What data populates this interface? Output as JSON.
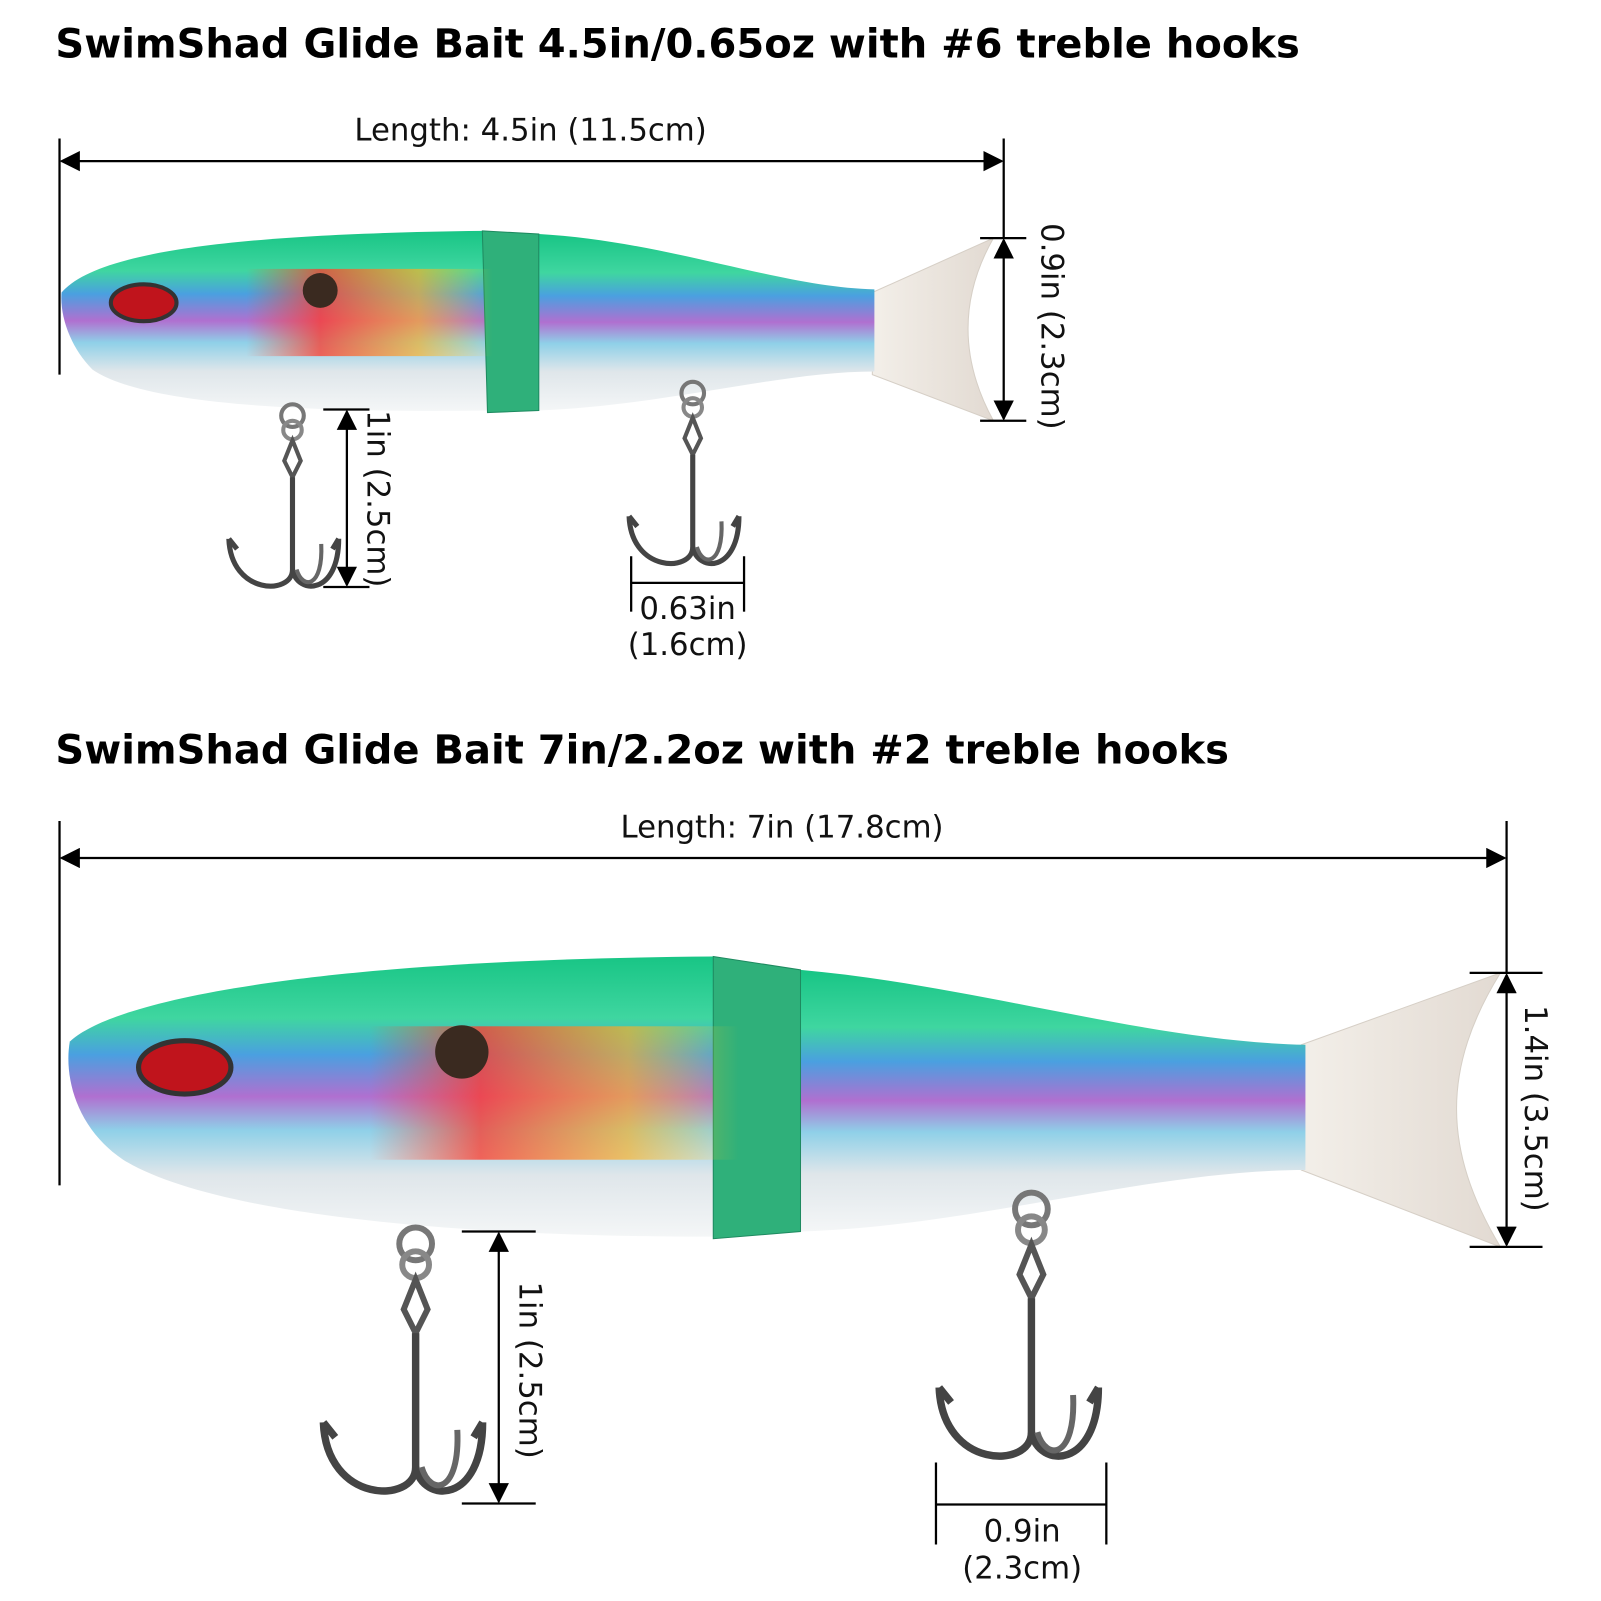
{
  "small_lure": {
    "title": "SwimShad Glide Bait 4.5in/0.65oz with #6 treble hooks",
    "length_label": "Length: 4.5in (11.5cm)",
    "height_label": "0.9in (2.3cm)",
    "hook_length_label": "1in (2.5cm)",
    "hook_width_in": "0.63in",
    "hook_width_cm": "(1.6cm)"
  },
  "large_lure": {
    "title": "SwimShad Glide Bait 7in/2.2oz with #2 treble hooks",
    "length_label": "Length: 7in (17.8cm)",
    "height_label": "1.4in (3.5cm)",
    "hook_length_label": "1in (2.5cm)",
    "hook_width_in": "0.9in",
    "hook_width_cm": "(2.3cm)"
  },
  "colors": {
    "back": "#1fc98a",
    "belly": "#e8ecef",
    "tail": "#ece6e0",
    "eye": "#c0141c"
  }
}
